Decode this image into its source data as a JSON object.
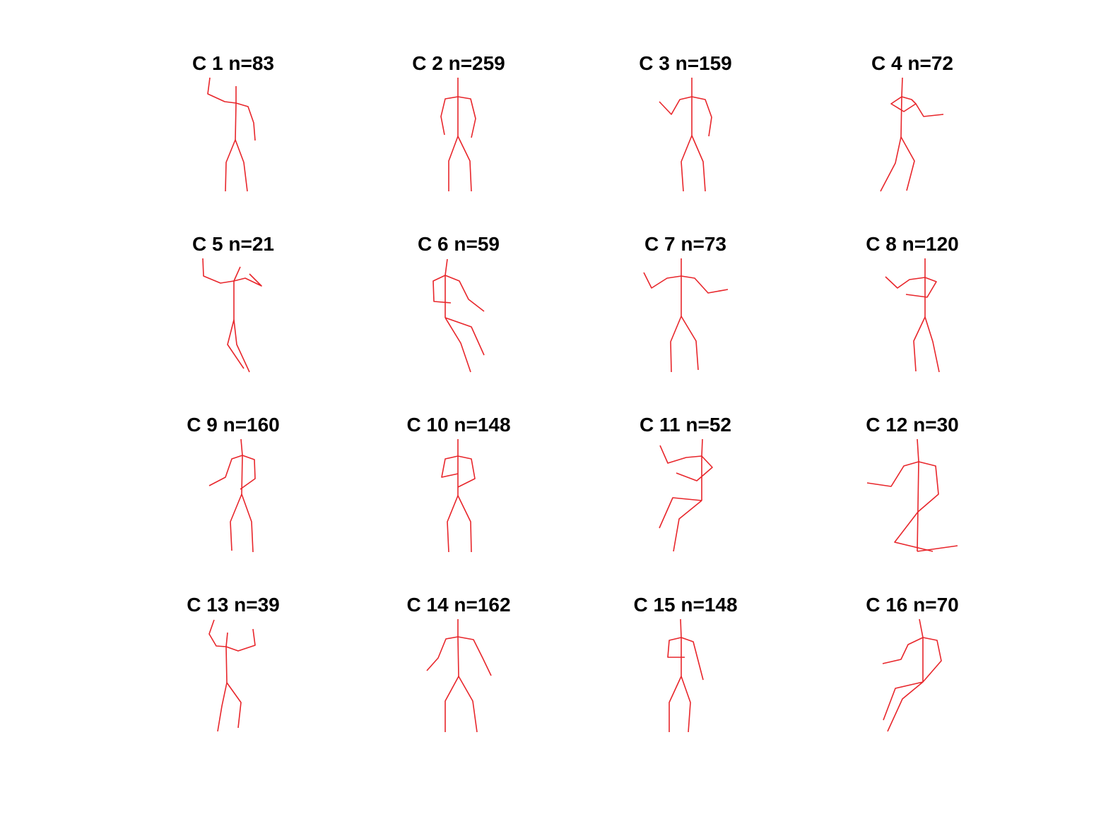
{
  "colors": {
    "background": "#ffffff",
    "stick_figure": "#e8262b",
    "title_text": "#000000"
  },
  "panels": [
    {
      "title": "C 1 n=83"
    },
    {
      "title": "C 2 n=259"
    },
    {
      "title": "C 3 n=159"
    },
    {
      "title": "C 4 n=72"
    },
    {
      "title": "C 5 n=21"
    },
    {
      "title": "C 6 n=59"
    },
    {
      "title": "C 7 n=73"
    },
    {
      "title": "C 8 n=120"
    },
    {
      "title": "C 9 n=160"
    },
    {
      "title": "C 10 n=148"
    },
    {
      "title": "C 11 n=52"
    },
    {
      "title": "C 12 n=30"
    },
    {
      "title": "C 13 n=39"
    },
    {
      "title": "C 14 n=162"
    },
    {
      "title": "C 15 n=148"
    },
    {
      "title": "C 16 n=70"
    }
  ]
}
